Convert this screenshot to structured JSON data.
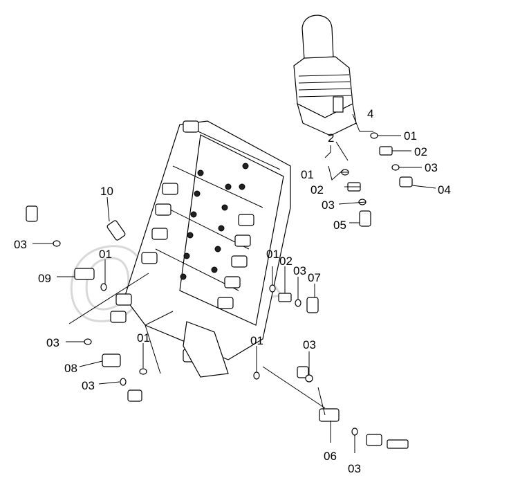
{
  "watermark": "OEX",
  "labels": {
    "l4": "4",
    "l2": "2",
    "l10": "10",
    "l01_a": "01",
    "l02_a": "02",
    "l03_a": "03",
    "l04": "04",
    "l01_b": "01",
    "l02_b": "02",
    "l03_b": "03",
    "l05": "05",
    "l03_c": "03",
    "l01_c": "01",
    "l09": "09",
    "l01_d": "01",
    "l02_c": "02",
    "l03_d": "03",
    "l07": "07",
    "l03_e": "03",
    "l01_e": "01",
    "l01_f": "01",
    "l03_f": "03",
    "l08": "08",
    "l03_g": "03",
    "l06": "06",
    "l03_h": "03"
  }
}
